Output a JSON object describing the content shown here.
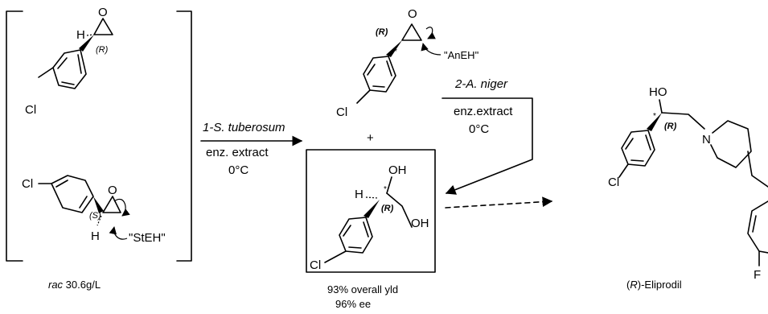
{
  "racemate": {
    "r_epoxide": {
      "h_label": "H",
      "o_label": "O",
      "stereo": "(R)",
      "cl_label": "Cl"
    },
    "s_epoxide": {
      "cl_label": "Cl",
      "o_label": "O",
      "stereo": "(S)",
      "h_label": "H",
      "enzyme_tag": "\"StEH\""
    },
    "caption_italic": "rac",
    "caption_rest": " 30.6g/L"
  },
  "step1": {
    "reagent_italic": "1-S. tuberosum",
    "line2": "enz. extract",
    "line3": "0°C"
  },
  "intermediate": {
    "o_label": "O",
    "stereo": "(R)",
    "star": "*",
    "enzyme_tag": "\"AnEH\"",
    "cl_label": "Cl",
    "plus": "+"
  },
  "step2": {
    "reagent_italic": "2-A. niger",
    "line2": "enz.extract",
    "line3": "0°C"
  },
  "diol": {
    "oh_top": "OH",
    "h_label": "H",
    "star": "*",
    "stereo": "(R)",
    "oh_right": "OH",
    "cl_label": "Cl",
    "yield_text": "93% overall yld",
    "ee_text": "96% ee"
  },
  "product": {
    "ho_label": "HO",
    "star": "*",
    "stereo": "(R)",
    "n_label": "N",
    "cl_label": "Cl",
    "f_label": "F",
    "name_stereo": "R",
    "name_rest": "-Eliprodil"
  }
}
